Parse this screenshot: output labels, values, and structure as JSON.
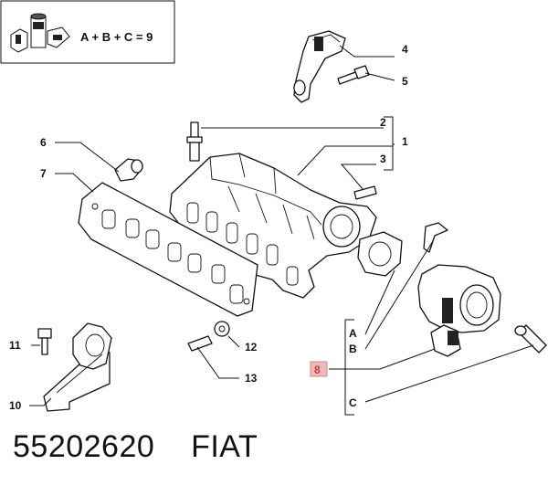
{
  "legend": {
    "formula": "A + B + C =  9"
  },
  "callouts": [
    {
      "id": "p1",
      "label": "1"
    },
    {
      "id": "p2",
      "label": "2"
    },
    {
      "id": "p3",
      "label": "3"
    },
    {
      "id": "p4",
      "label": "4"
    },
    {
      "id": "p5",
      "label": "5"
    },
    {
      "id": "p6",
      "label": "6"
    },
    {
      "id": "p7",
      "label": "7"
    },
    {
      "id": "p8",
      "label": "8"
    },
    {
      "id": "p10",
      "label": "10"
    },
    {
      "id": "p11",
      "label": "11"
    },
    {
      "id": "p12",
      "label": "12"
    },
    {
      "id": "p13",
      "label": "13"
    }
  ],
  "kit_letters": {
    "a": "A",
    "b": "B",
    "c": "C"
  },
  "footer": {
    "part_number": "55202620",
    "brand": "FIAT"
  },
  "colors": {
    "highlight_box": "#f2b8b8",
    "highlight_text": "#c04040",
    "line": "#111111"
  }
}
